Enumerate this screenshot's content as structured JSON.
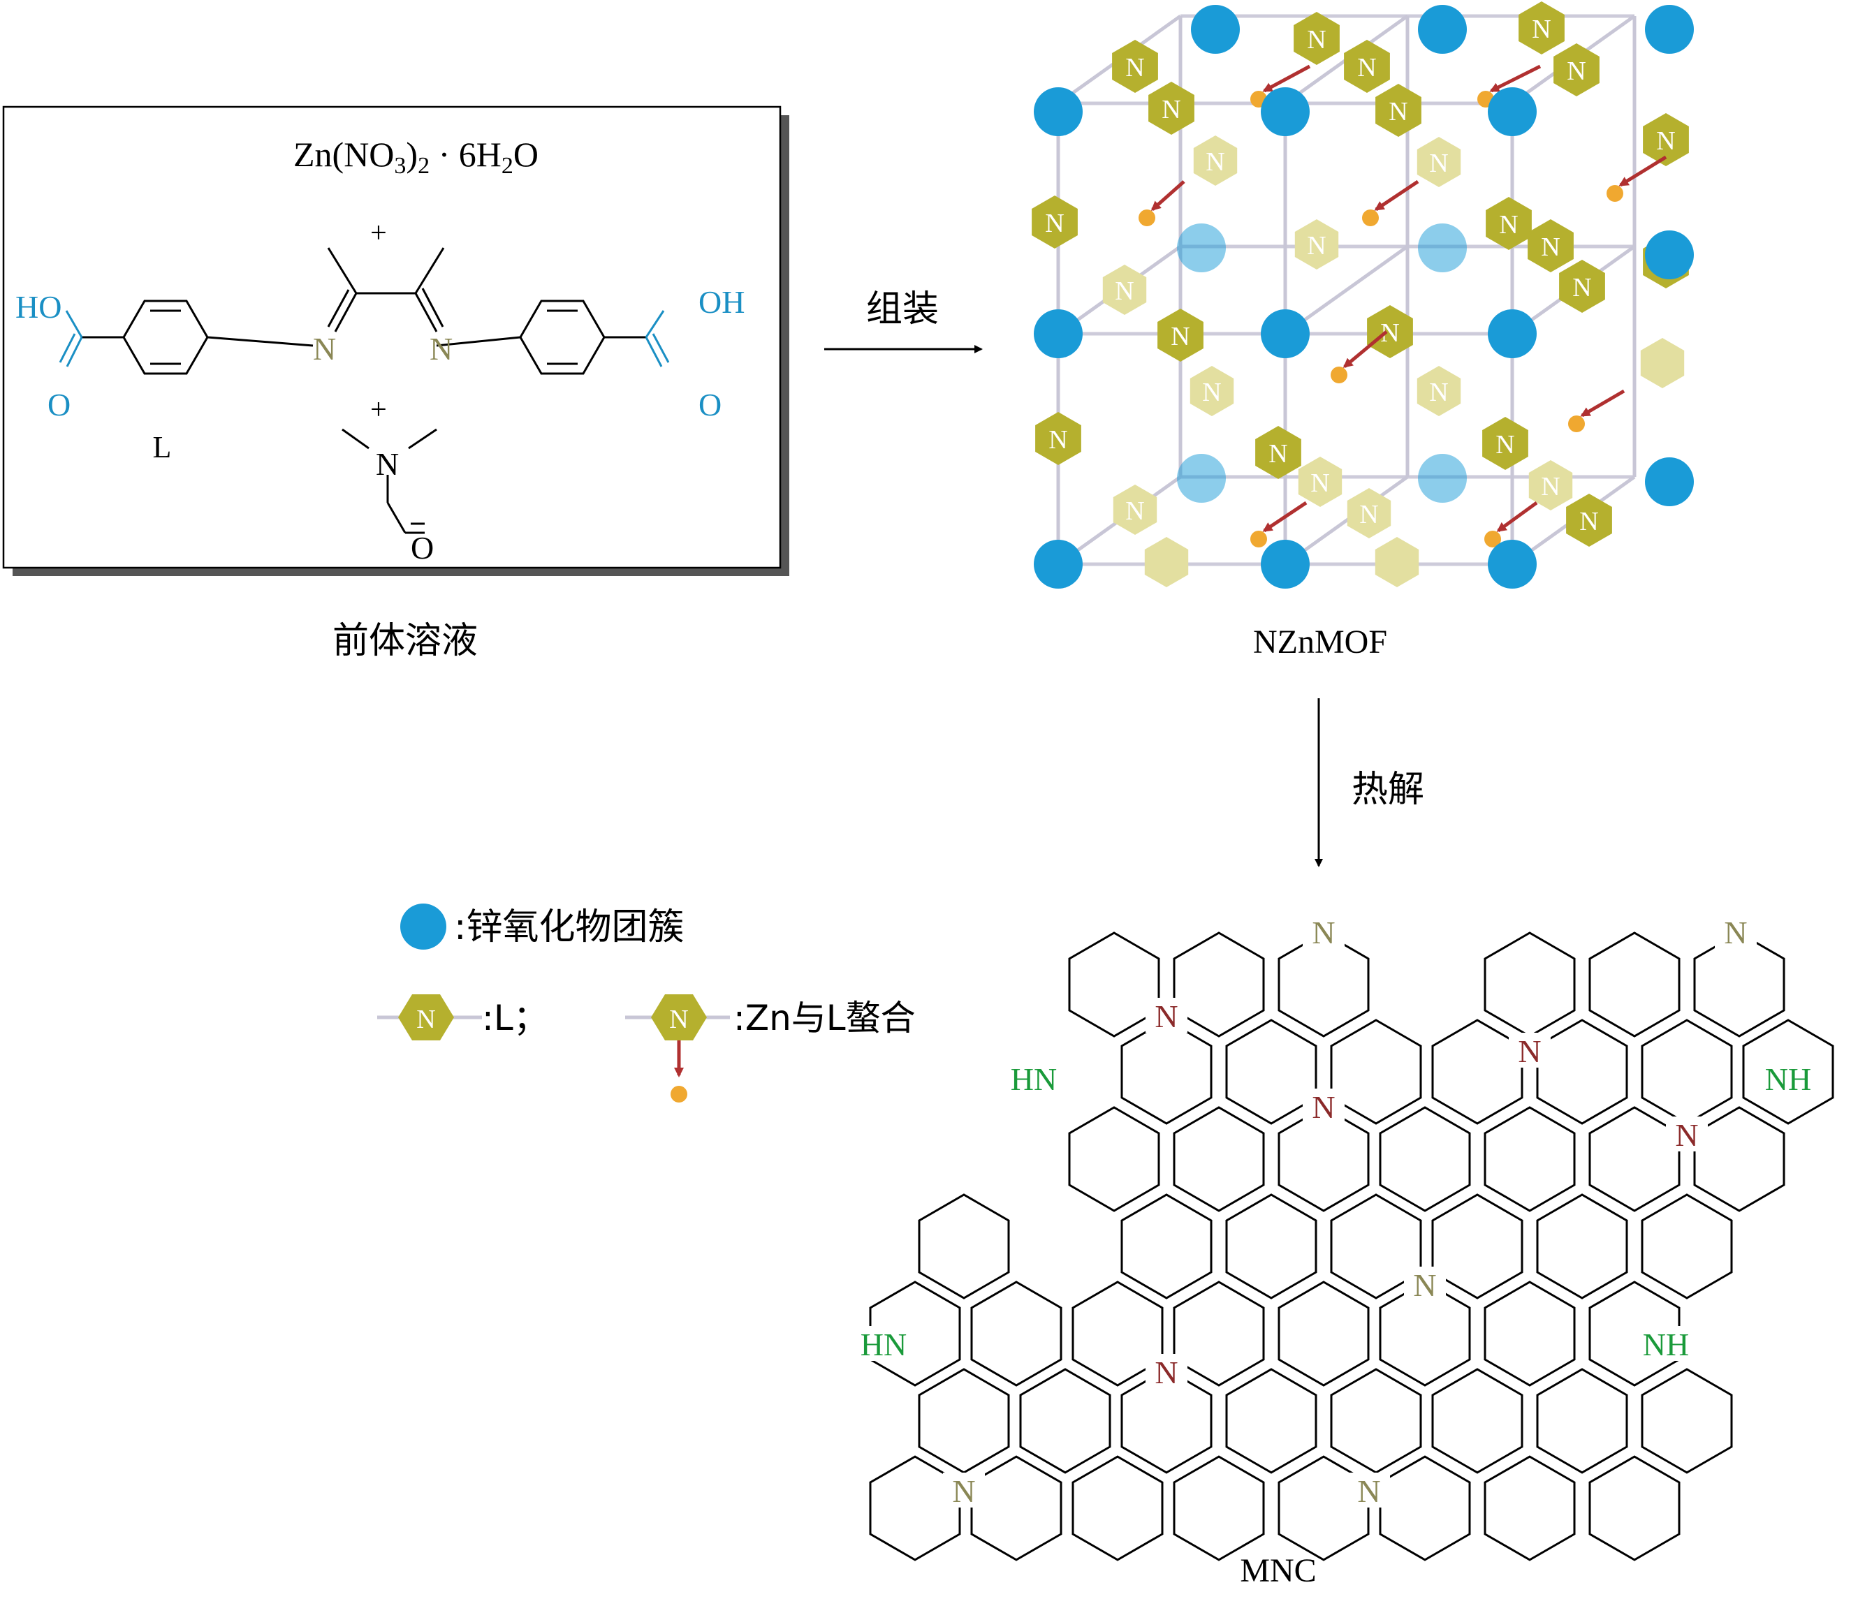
{
  "precursor": {
    "zinc_salt": "Zn(NO3)2 · 6H2O",
    "plus": "+",
    "ligand_label": "L",
    "atoms": {
      "hydroxyl_left": "HO",
      "hydroxyl_right": "OH",
      "carbonyl_o": "O",
      "imine_n": "N",
      "dmf_n": "N",
      "dmf_o": "O"
    },
    "caption": "前体溶液"
  },
  "step_assembly": "组装",
  "mof_caption": "NZnMOF",
  "step_pyrolysis": "热解",
  "legend": {
    "zinc_cluster": ":锌氧化物团簇",
    "ligand": ":L；",
    "chelate": ":Zn与L螯合",
    "n_glyph": "N"
  },
  "mnc": {
    "caption": "MNC",
    "heteroatoms": [
      "N",
      "N",
      "N",
      "N",
      "N",
      "N",
      "N",
      "N",
      "N",
      "N",
      "HN",
      "NH",
      "HN",
      "NH"
    ]
  },
  "colors": {
    "zinc": "#1a9bd7",
    "ligand": "#b5b02e",
    "ligand_faded": "#e3dfa0",
    "arrow_red": "#b03030",
    "zn_dot": "#f0a830",
    "hetero_olive": "#8a8755",
    "hetero_red": "#8b2a2a",
    "hetero_green": "#1a9a3a",
    "carboxyl_blue": "#1a8fc4",
    "frame": "#c8c6d6"
  }
}
